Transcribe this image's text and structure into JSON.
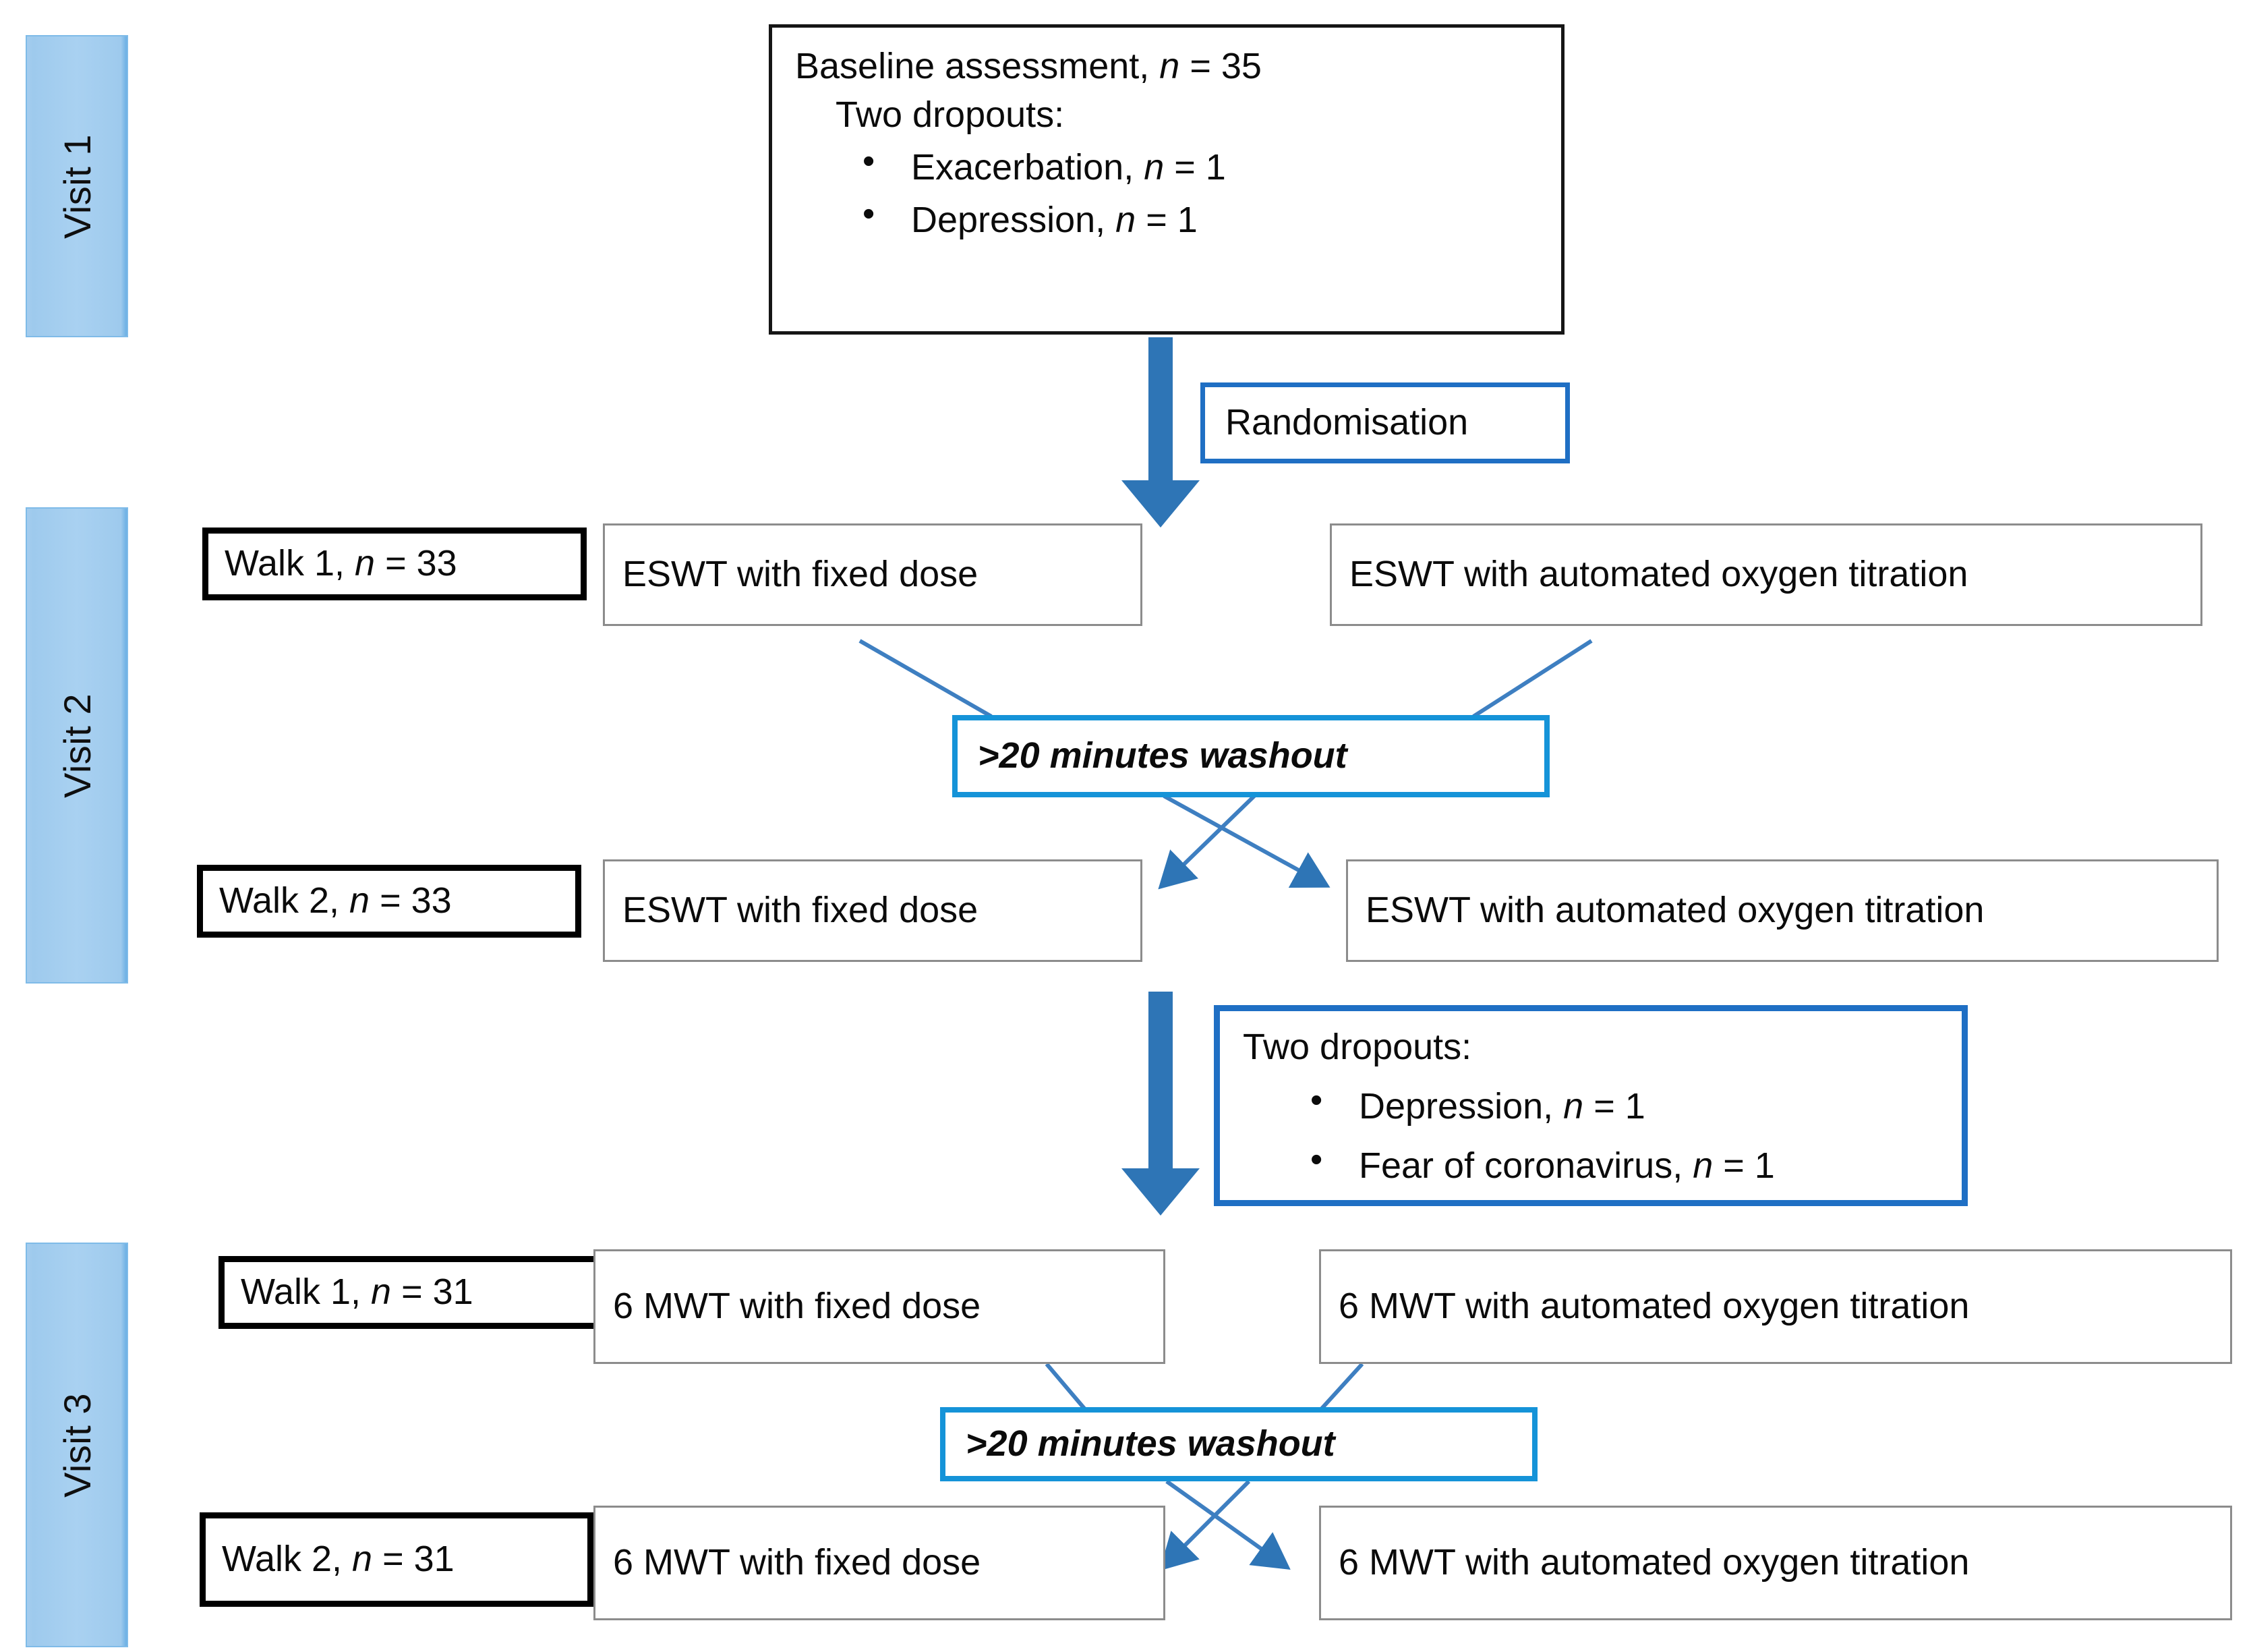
{
  "diagram": {
    "title": "Study flow diagram",
    "colors": {
      "visit_bar_fill": "#a9d1f1",
      "visit_bar_border": "#7fbbe8",
      "blue_border": "#1f6fc4",
      "cyan_border": "#1593d8",
      "arrow_blue": "#2e75b6",
      "thin_border": "#8c8c8c",
      "heavy_border": "#000000"
    }
  },
  "sidebar": {
    "items": [
      {
        "label": "Visit 1"
      },
      {
        "label": "Visit 2"
      },
      {
        "label": "Visit 3"
      }
    ]
  },
  "baseline": {
    "heading": "Baseline assessment, ",
    "heading_italic_n": "n",
    "heading_value": " = 35",
    "subheading": "Two dropouts:",
    "bullets": [
      {
        "text": "Exacerbation, ",
        "italic_n": "n",
        "value": " = 1"
      },
      {
        "text": "Depression, ",
        "italic_n": "n",
        "value": " = 1"
      }
    ]
  },
  "randomisation": {
    "label": "Randomisation"
  },
  "washout": {
    "label": ">20 minutes washout"
  },
  "visit2": {
    "row1": {
      "walk": {
        "prefix": "Walk 1, ",
        "italic_n": "n",
        "value": " = 33"
      },
      "left": "ESWT with fixed dose",
      "right": "ESWT with automated oxygen titration"
    },
    "row2": {
      "walk": {
        "prefix": "Walk 2, ",
        "italic_n": "n",
        "value": " = 33"
      },
      "left": "ESWT with fixed dose",
      "right": "ESWT with automated oxygen titration"
    }
  },
  "dropouts2": {
    "heading": "Two dropouts:",
    "bullets": [
      {
        "text": "Depression, ",
        "italic_n": "n",
        "value": " = 1"
      },
      {
        "text": "Fear of coronavirus, ",
        "italic_n": "n",
        "value": " = 1"
      }
    ]
  },
  "visit3": {
    "row1": {
      "walk": {
        "prefix": "Walk 1, ",
        "italic_n": "n",
        "value": " = 31"
      },
      "left": "6 MWT with fixed dose",
      "right": "6 MWT with automated oxygen titration"
    },
    "row2": {
      "walk": {
        "prefix": "Walk 2, ",
        "italic_n": "n",
        "value": " = 31"
      },
      "left": "6 MWT with fixed dose",
      "right": "6 MWT with automated oxygen titration"
    }
  }
}
